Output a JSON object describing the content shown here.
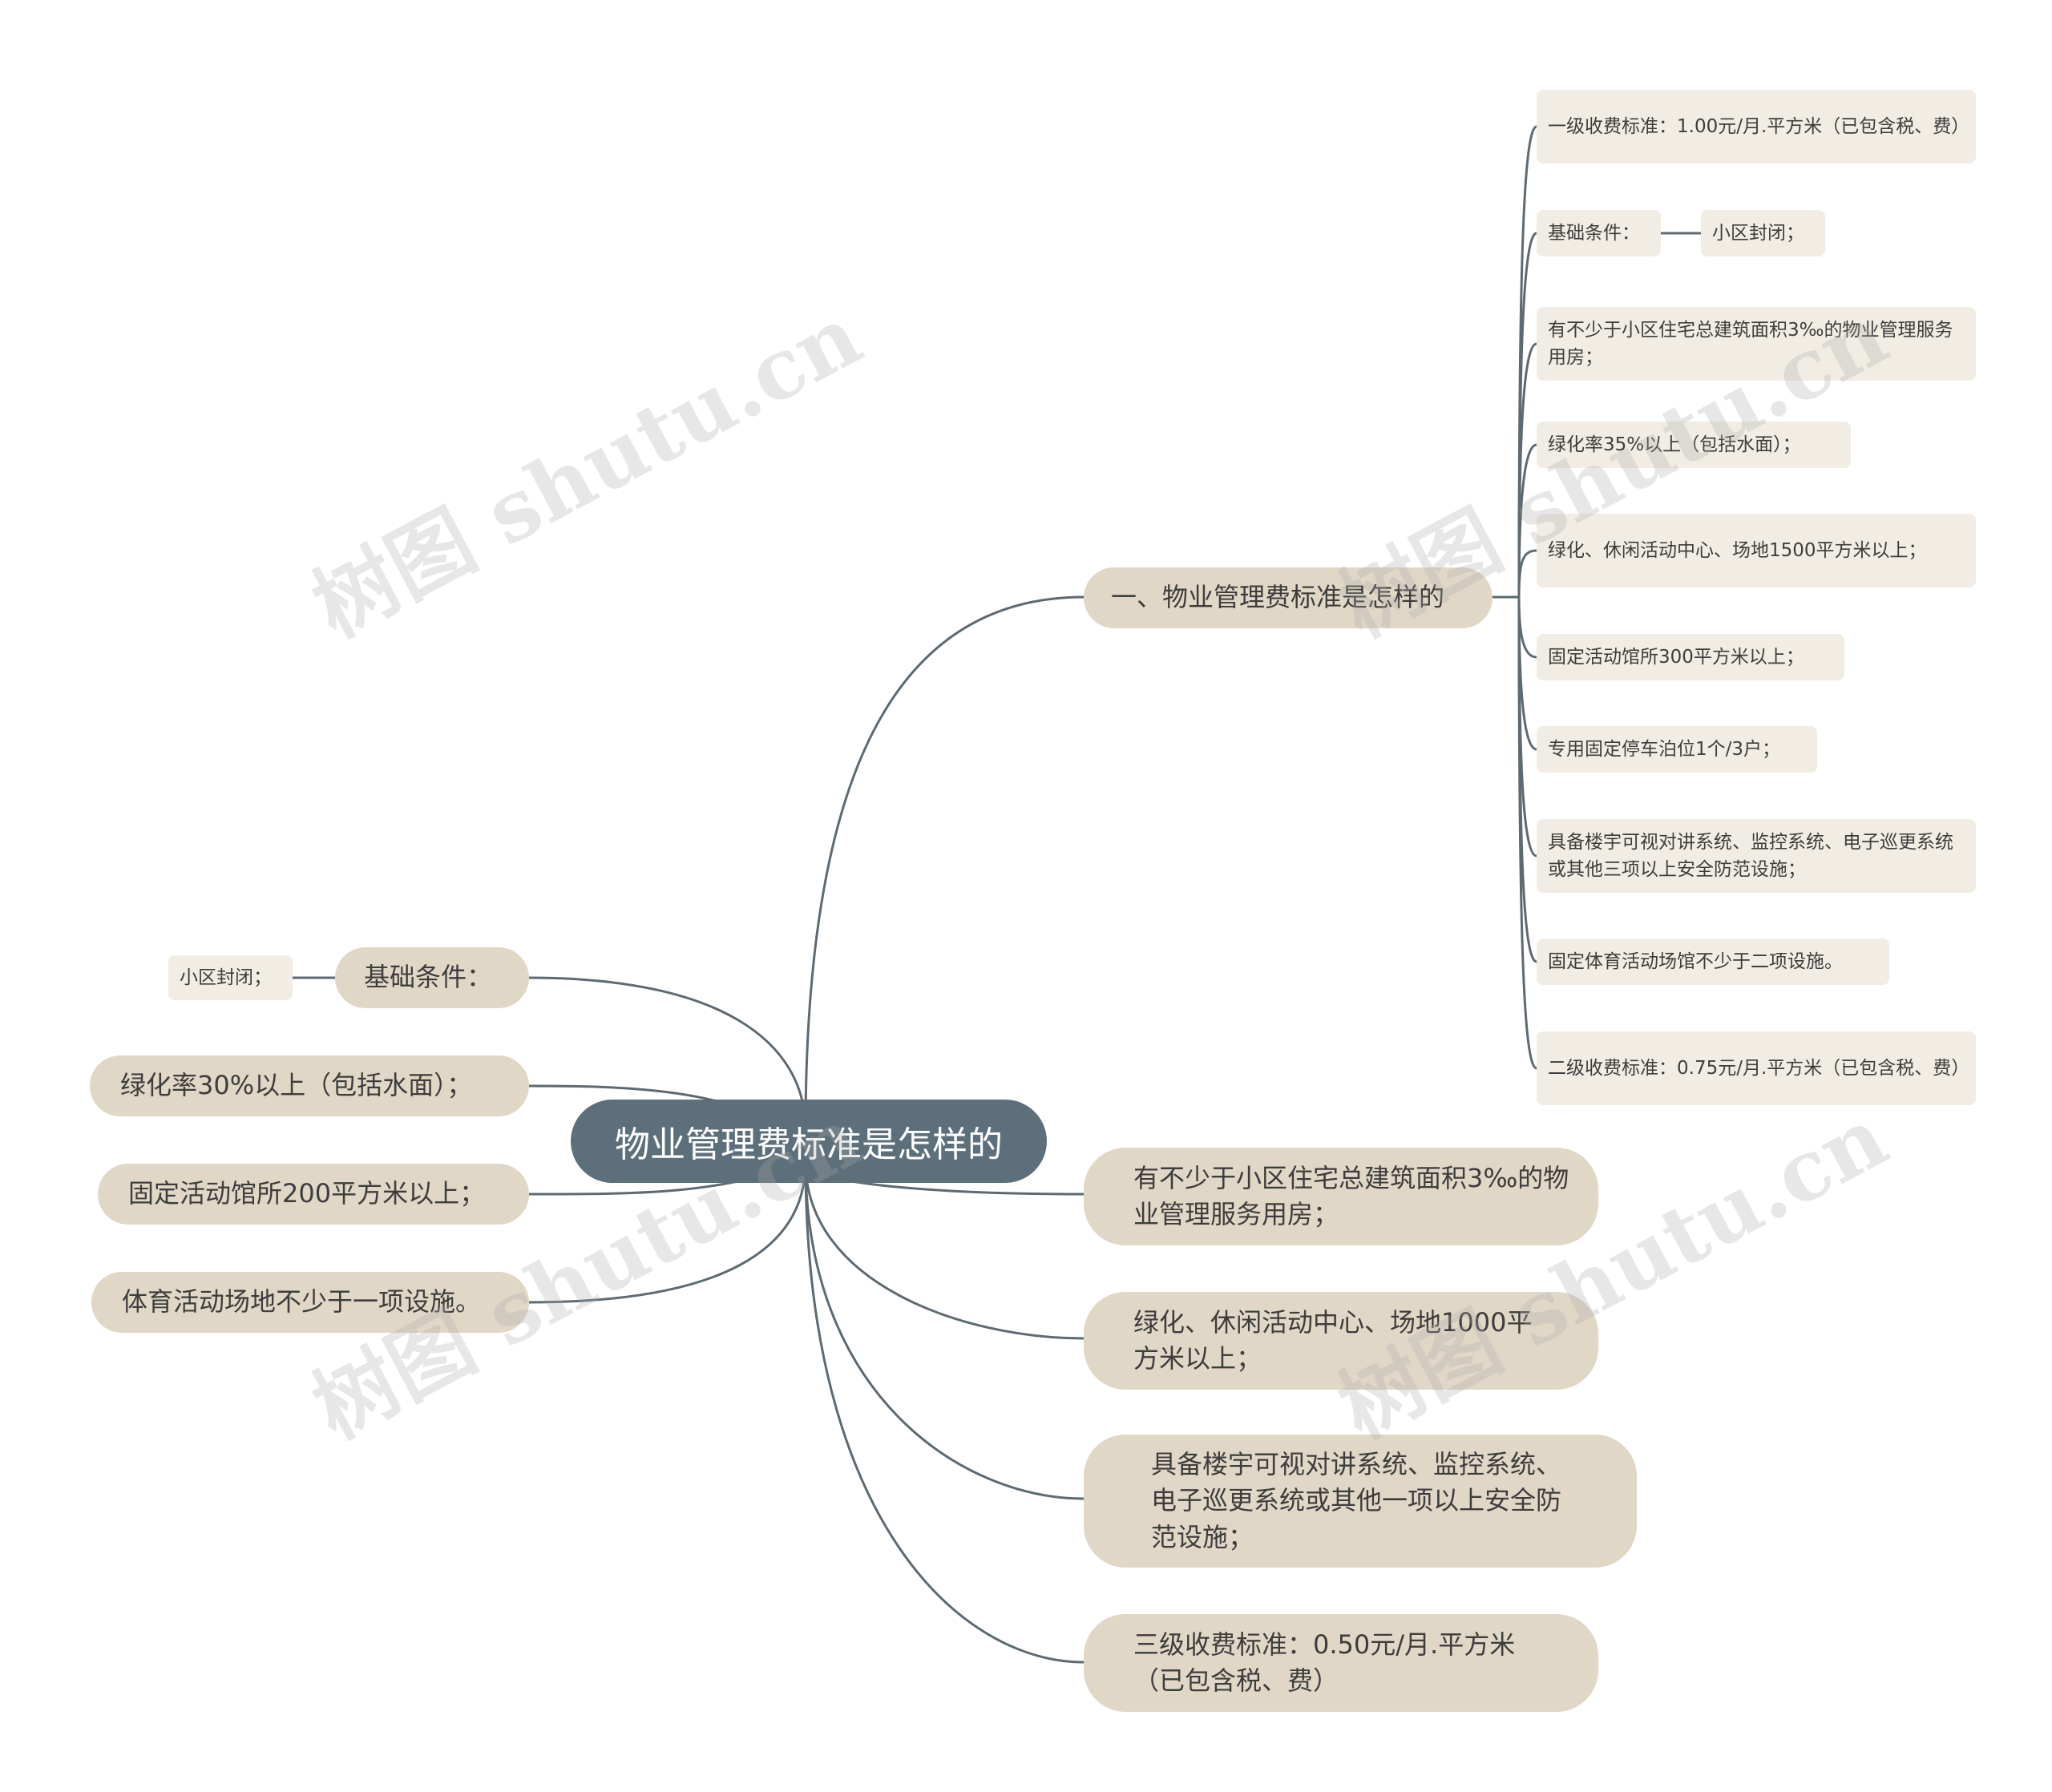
{
  "root": {
    "label": "物业管理费标准是怎样的"
  },
  "right": {
    "section1": {
      "label": "一、物业管理费标准是怎样的",
      "items": [
        "一级收费标准：1.00元/月.平方米（已包含税、费）",
        "基础条件：",
        "有不少于小区住宅总建筑面积3‰的物业管理服务用房；",
        "绿化率35%以上（包括水面）；",
        "绿化、休闲活动中心、场地1500平方米以上；",
        "固定活动馆所300平方米以上；",
        "专用固定停车泊位1个/3户；",
        "具备楼宇可视对讲系统、监控系统、电子巡更系统或其他三项以上安全防范设施；",
        "固定体育活动场馆不少于二项设施。",
        "二级收费标准：0.75元/月.平方米（已包含税、费）"
      ],
      "sub_of_basic": "小区封闭；"
    },
    "items": [
      "有不少于小区住宅总建筑面积3‰的物业管理服务用房；",
      "绿化、休闲活动中心、场地1000平方米以上；",
      "具备楼宇可视对讲系统、监控系统、电子巡更系统或其他一项以上安全防范设施；",
      "三级收费标准：0.50元/月.平方米（已包含税、费）"
    ]
  },
  "left": {
    "items": [
      "基础条件：",
      "绿化率30%以上（包括水面）；",
      "固定活动馆所200平方米以上；",
      "体育活动场地不少于一项设施。"
    ],
    "sub_of_basic": "小区封闭；"
  },
  "watermark": "树图 shutu.cn",
  "colors": {
    "root_fill": "#5d6f7b",
    "level1_fill": "#e1d7c6",
    "level2_fill": "#f1ede4",
    "line": "#5d6a72"
  }
}
